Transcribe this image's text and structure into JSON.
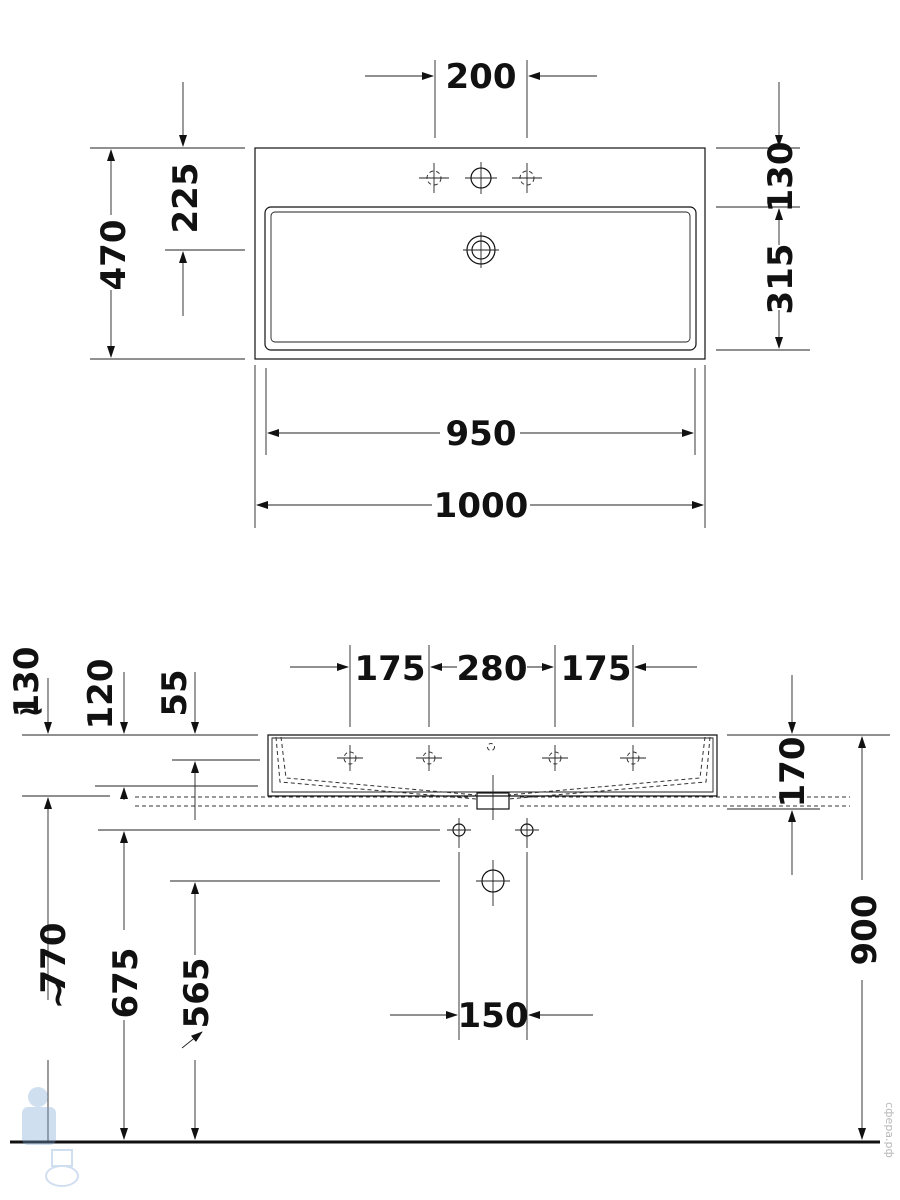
{
  "top_view": {
    "dims": {
      "tap_spacing": "200",
      "front_depth": "225",
      "total_depth": "470",
      "back_depth": "130",
      "basin_depth": "315",
      "basin_width": "950",
      "total_width": "1000"
    }
  },
  "front_view": {
    "dims": {
      "hole_spacing_left": "175",
      "hole_spacing_mid": "280",
      "hole_spacing_right": "175",
      "left_130": "130",
      "left_120": "120",
      "left_55": "55",
      "height_170": "170",
      "height_900": "900",
      "height_770": "770",
      "height_675": "675",
      "height_565": "565",
      "supply_spacing": "150"
    },
    "approx_symbol": "~"
  },
  "watermark": {
    "text": "сфера.рф"
  }
}
